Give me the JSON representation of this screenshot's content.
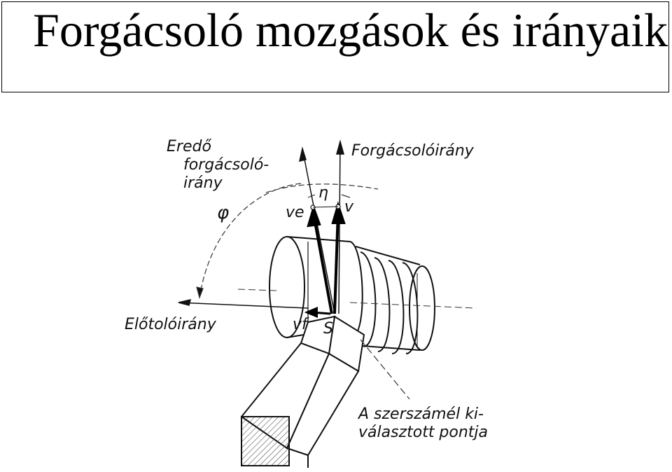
{
  "title": "Forgácsoló mozgások és irányaik",
  "labels": {
    "resultant_dir_line1": "Eredő",
    "resultant_dir_line2": "forgácsoló-",
    "resultant_dir_line3": "irány",
    "cutting_dir": "Forgácsolóirány",
    "feed_dir": "Előtolóirány",
    "phi": "φ",
    "eta": "η",
    "ve": "ve",
    "v": "v",
    "vf": "vf",
    "s_point": "S",
    "point_line1": "A szerszámél ki-",
    "point_line2": "választott pontja"
  },
  "colors": {
    "ink": "#111111",
    "background": "#ffffff"
  }
}
